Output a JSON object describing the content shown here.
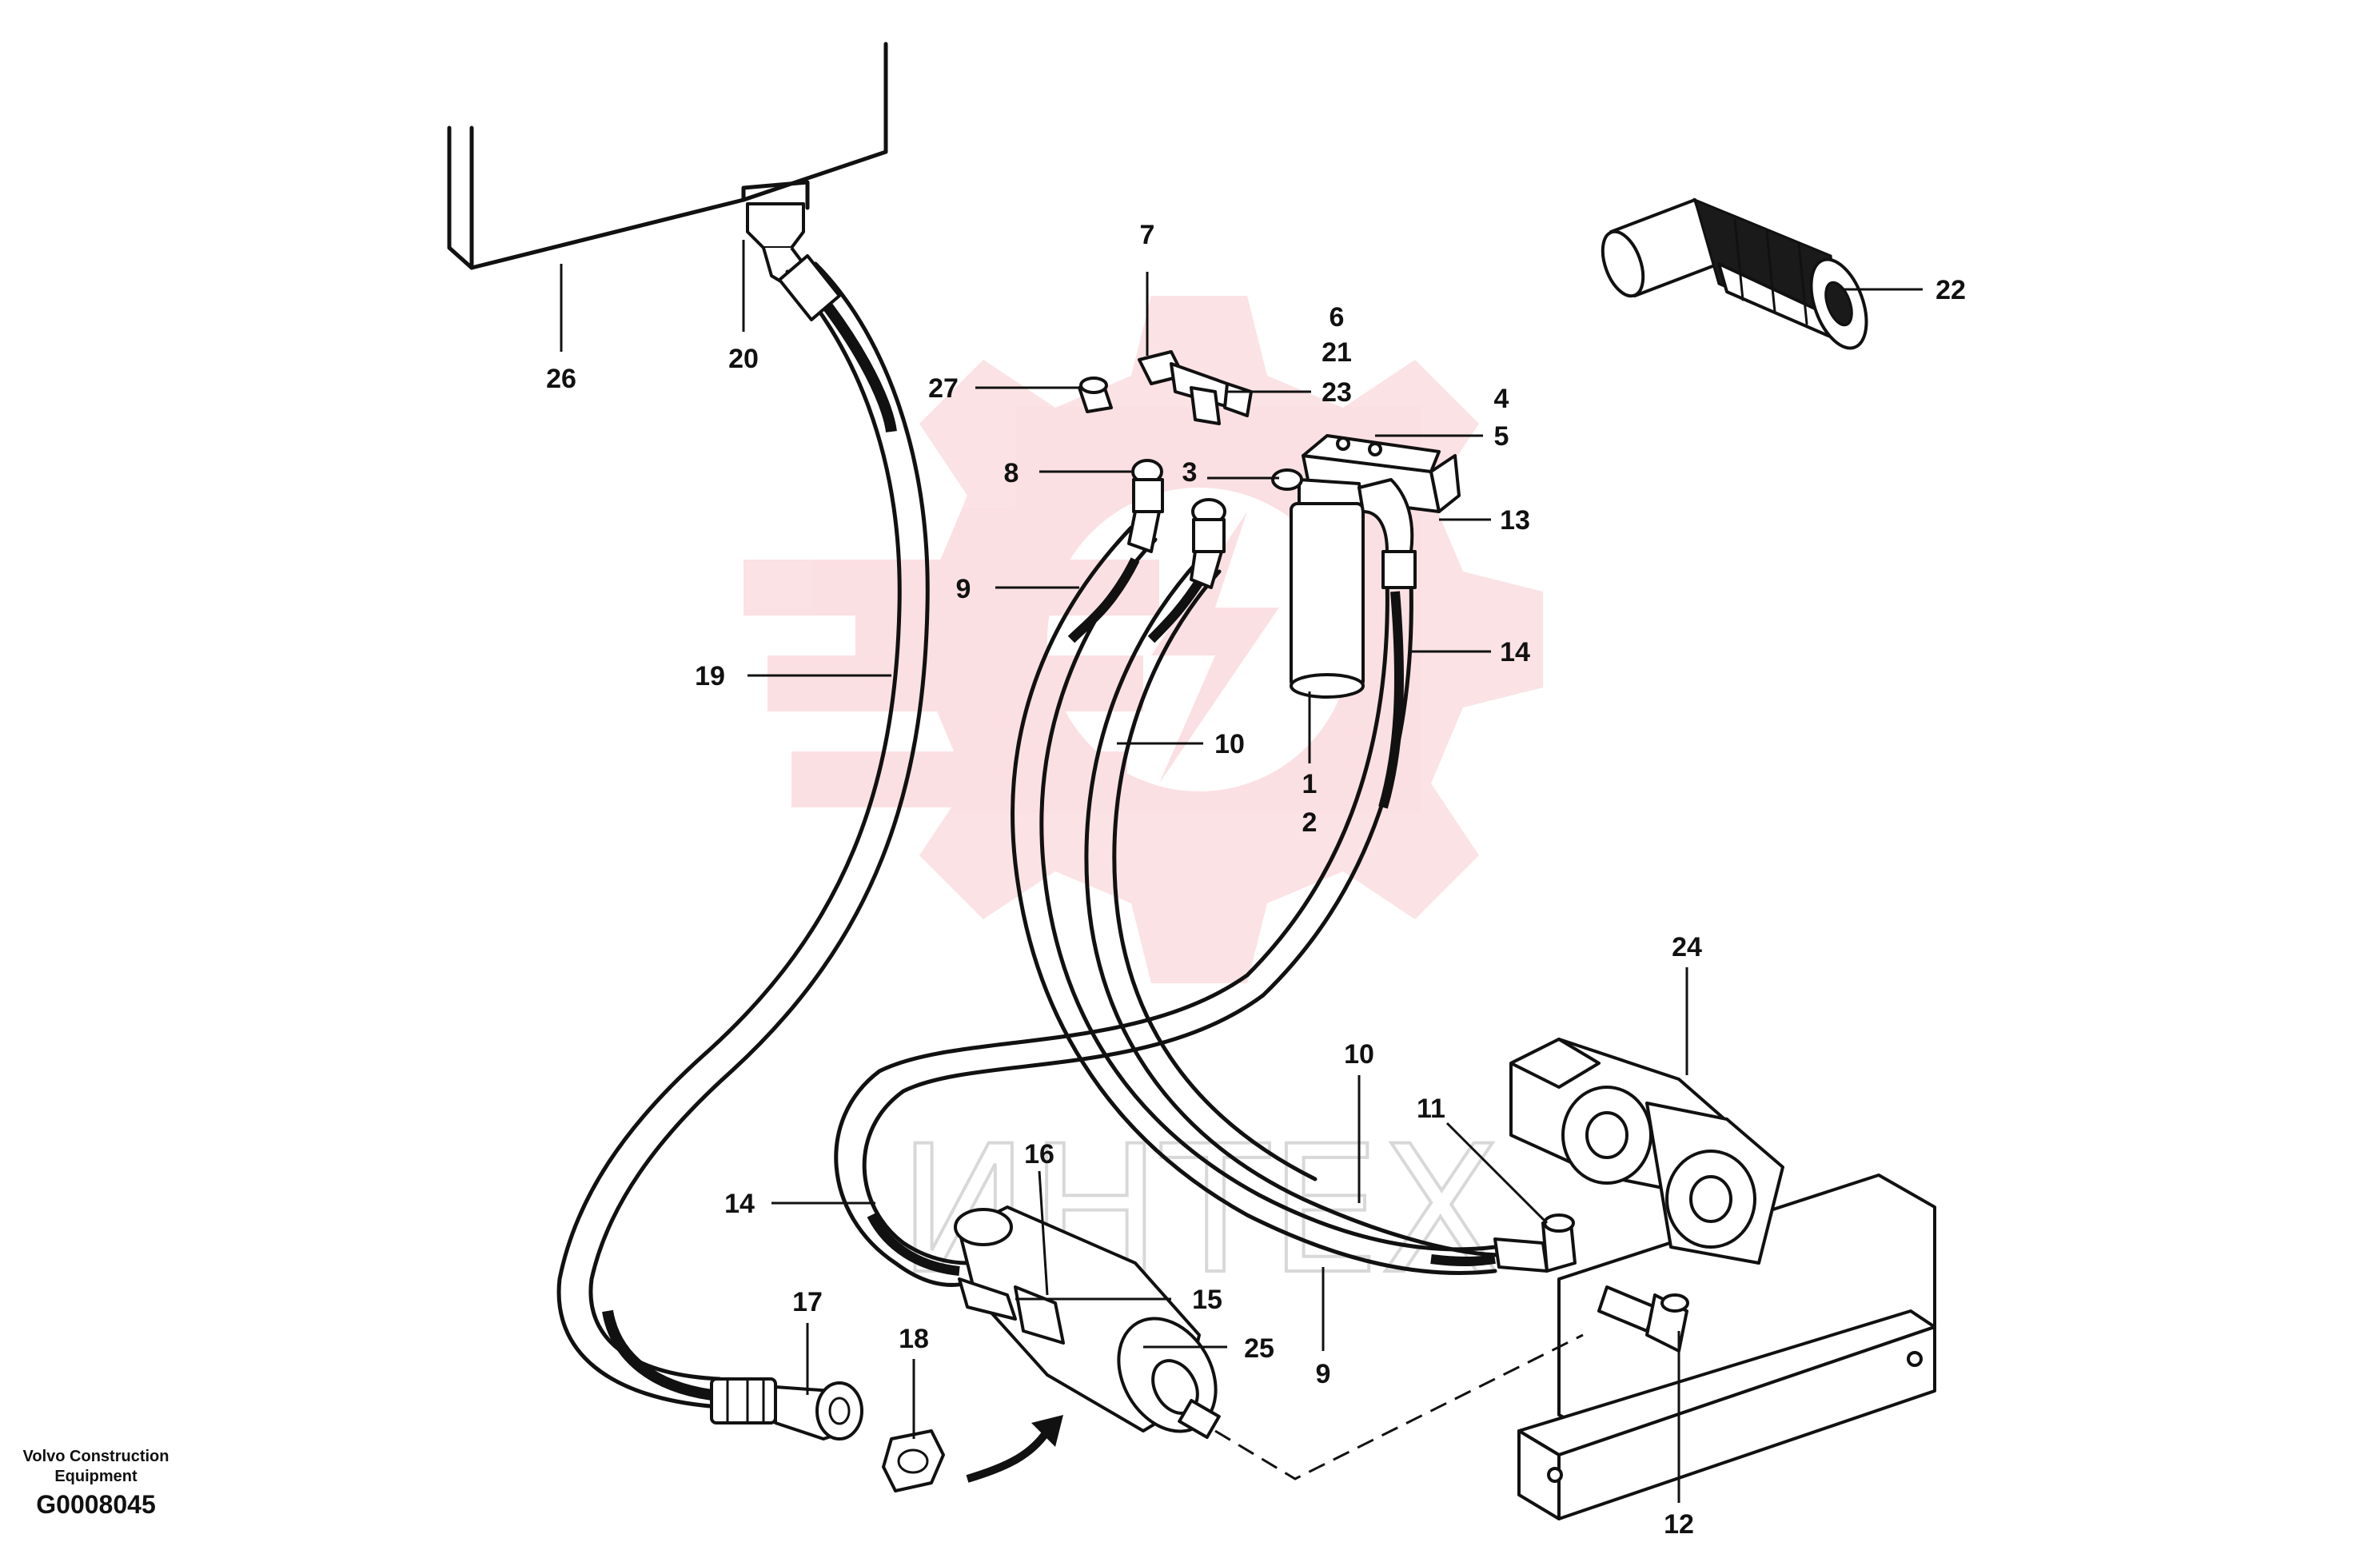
{
  "watermark": {
    "text": "ИНТЕХ",
    "color": "#e8485a"
  },
  "credit": {
    "line1": "Volvo Construction",
    "line2": "Equipment",
    "code": "G0008045"
  },
  "callouts": {
    "c1": "1",
    "c2": "2",
    "c3": "3",
    "c4": "4",
    "c5": "5",
    "c6": "6",
    "c7": "7",
    "c8": "8",
    "c9a": "9",
    "c9b": "9",
    "c10a": "10",
    "c10b": "10",
    "c11": "11",
    "c12": "12",
    "c13": "13",
    "c14a": "14",
    "c14b": "14",
    "c15": "15",
    "c16": "16",
    "c17": "17",
    "c18": "18",
    "c19": "19",
    "c20": "20",
    "c21": "21",
    "c22": "22",
    "c23": "23",
    "c24": "24",
    "c25": "25",
    "c26": "26",
    "c27": "27"
  },
  "icons": {
    "tank": "hydraulic-tank-icon",
    "filter": "oil-filter-icon",
    "coupling": "quick-coupling-icon",
    "pump": "hydraulic-pump-icon",
    "valve": "valve-body-icon"
  }
}
